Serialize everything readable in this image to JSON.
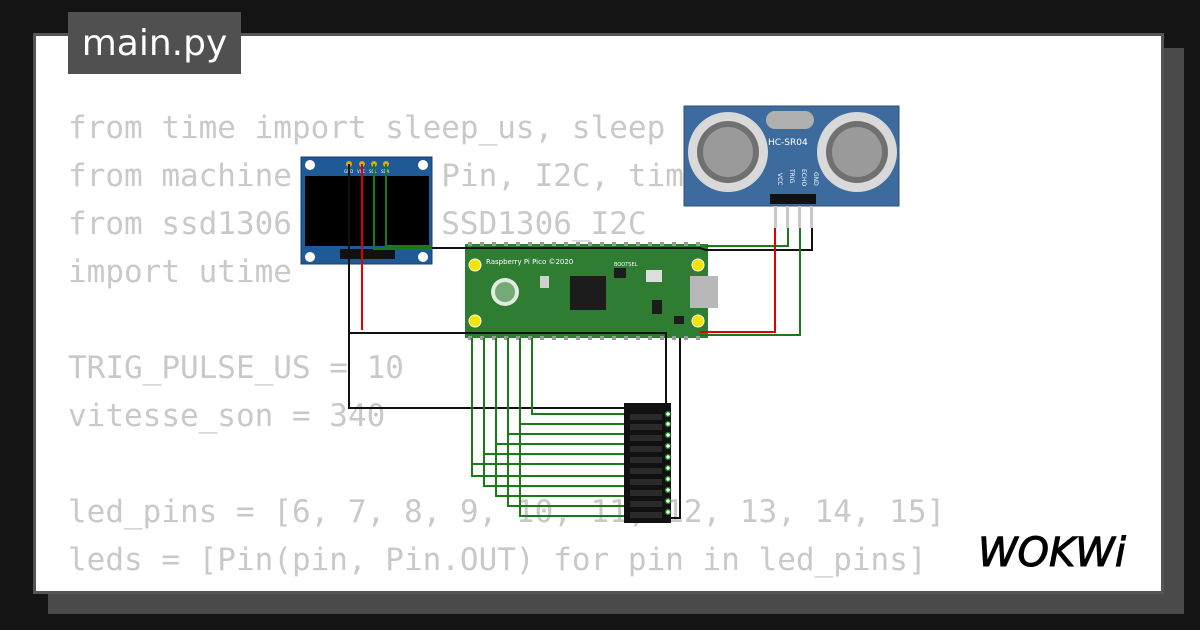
{
  "file_tab": {
    "label": "main.py"
  },
  "code_lines": [
    "from time import sleep_us, sleep",
    "from machine import Pin, I2C, time_pulse_us",
    "from ssd1306 import SSD1306_I2C",
    "import utime",
    "",
    "TRIG_PULSE_US = 10",
    "vitesse_son = 340",
    "",
    "led_pins = [6, 7, 8, 9, 10, 11, 12, 13, 14, 15]",
    "leds = [Pin(pin, Pin.OUT) for pin in led_pins]"
  ],
  "oled": {
    "pin_labels": [
      "GND",
      "VCC",
      "SCL",
      "SDA"
    ]
  },
  "pico": {
    "label": "Raspberry Pi Pico ©2020",
    "bootsel": "BOOTSEL"
  },
  "sensor": {
    "label": "HC-SR04",
    "pin_labels": [
      "VCC",
      "TRIG",
      "ECHO",
      "GND"
    ]
  },
  "brand": {
    "logo": "WOKWi"
  },
  "colors": {
    "wire_green": "#1a7a1a",
    "wire_red": "#e00000",
    "wire_black": "#111111",
    "pcb_green": "#2e7d32",
    "sensor_blue": "#3d6b9e"
  }
}
